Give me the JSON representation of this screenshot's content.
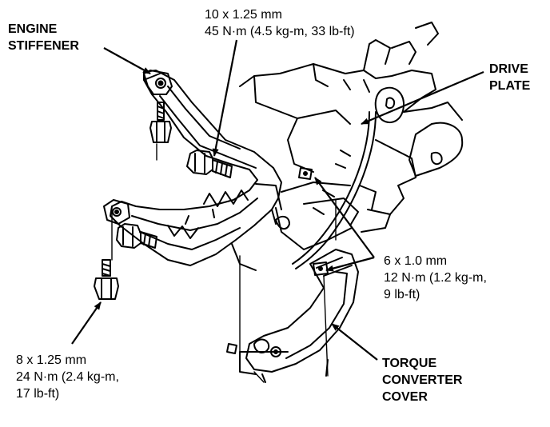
{
  "callouts": {
    "engine_stiffener": [
      "ENGINE",
      "STIFFENER"
    ],
    "drive_plate": [
      "DRIVE",
      "PLATE"
    ],
    "torque_converter_cover": [
      "TORQUE",
      "CONVERTER",
      "COVER"
    ]
  },
  "fasteners": {
    "stiffener_bolt_upper": [
      "10 x 1.25 mm",
      "45 N·m (4.5 kg-m, 33 lb-ft)"
    ],
    "cover_bolts": [
      "6 x 1.0 mm",
      "12 N·m (1.2 kg-m,",
      "9 lb-ft)"
    ],
    "stiffener_bolt_lower": [
      "8 x 1.25 mm",
      "24 N·m (2.4 kg-m,",
      "17 lb-ft)"
    ]
  }
}
